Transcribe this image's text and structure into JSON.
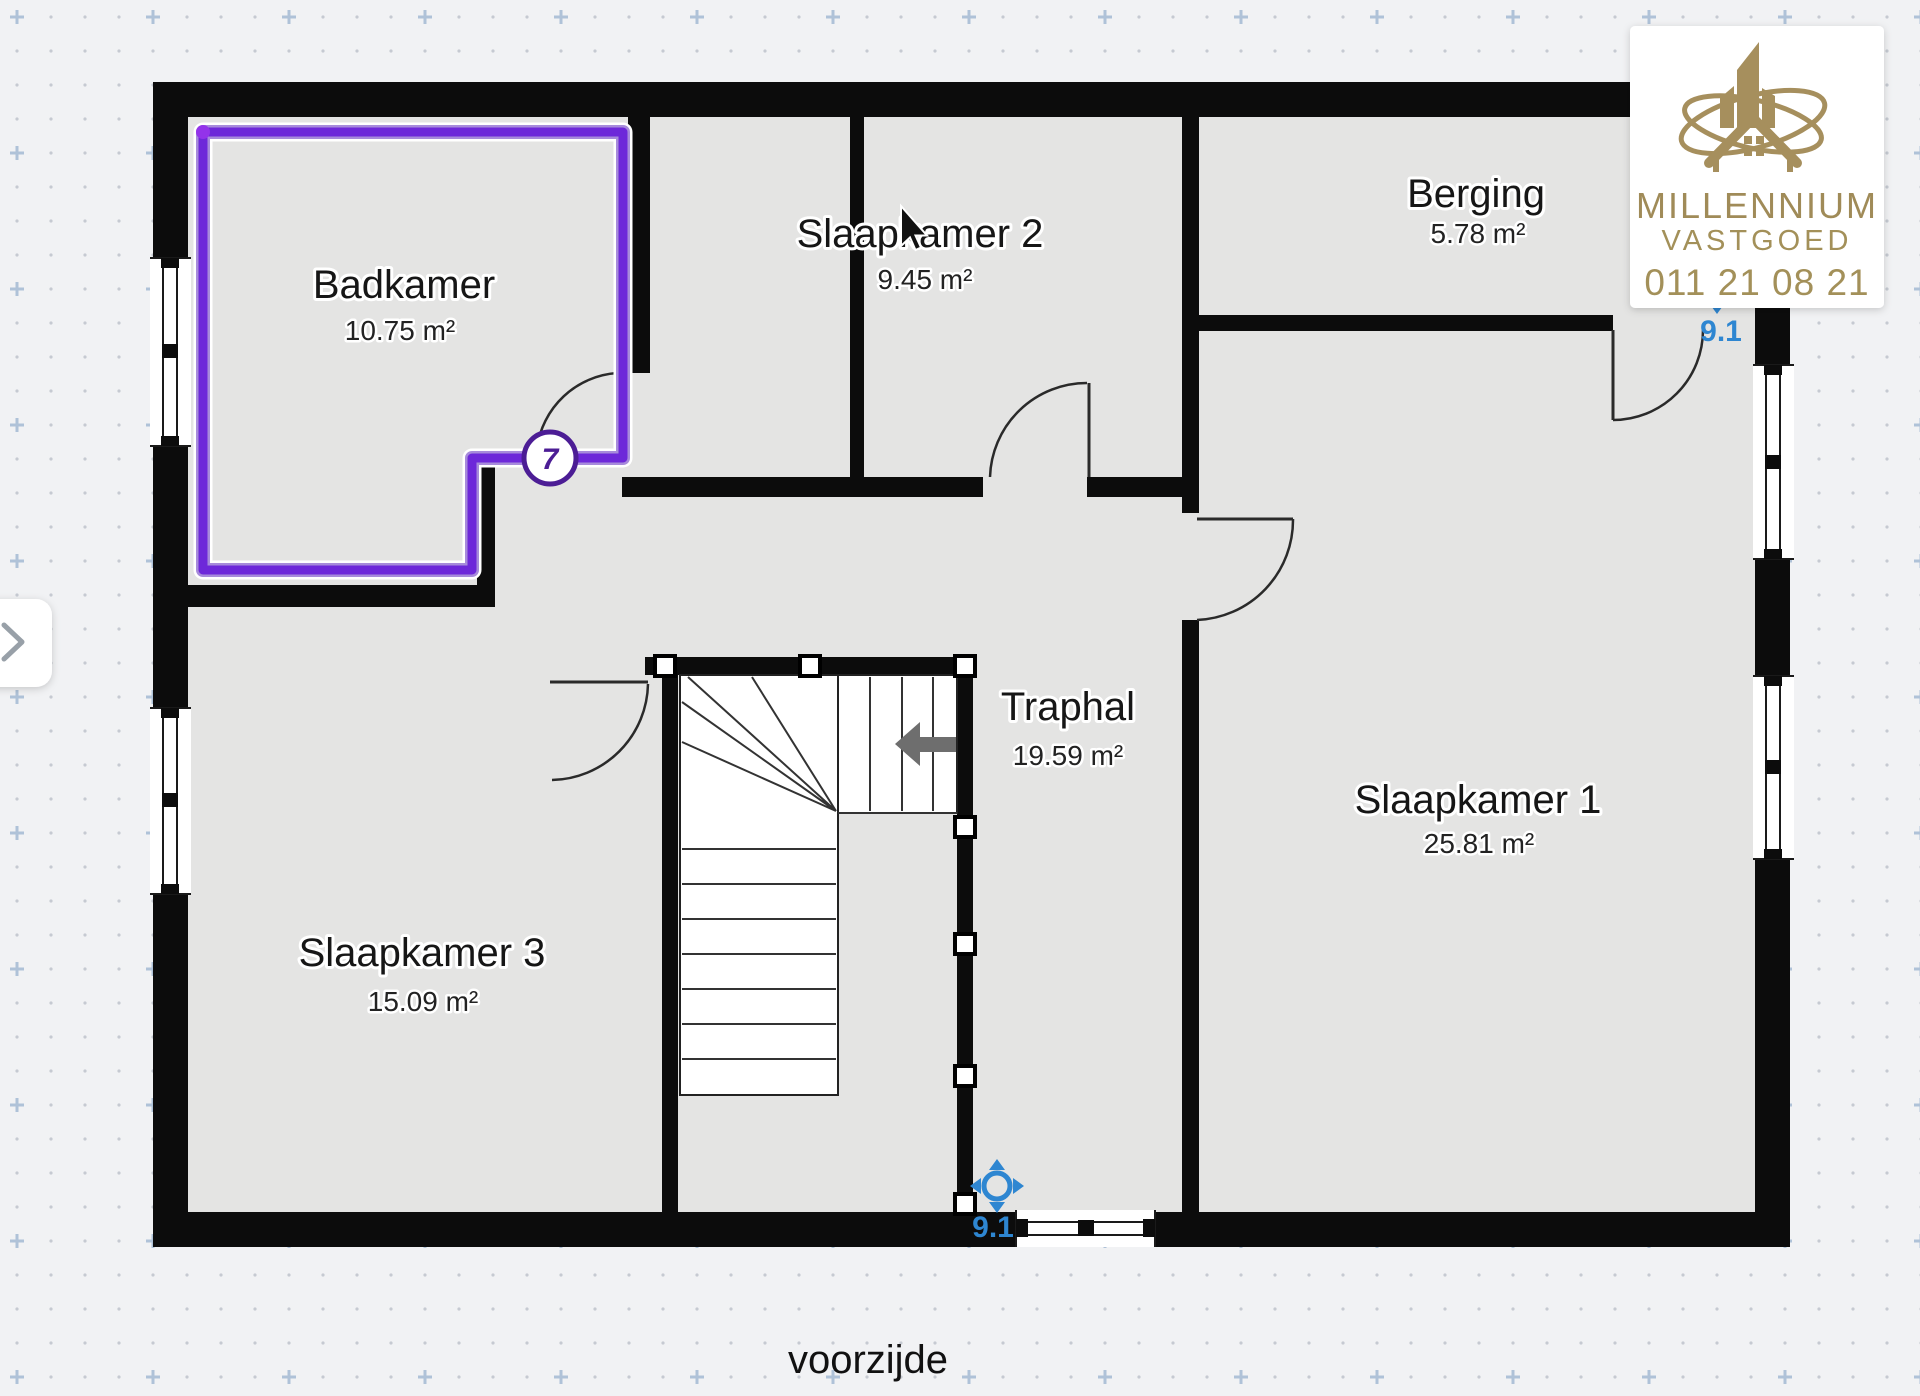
{
  "page": {
    "caption": "voorzijde"
  },
  "logo": {
    "name": "MILLENNIUM",
    "subtitle": "VASTGOED",
    "phone": "011 21 08 21"
  },
  "rooms": [
    {
      "name": "Badkamer",
      "area": "10.75 m²"
    },
    {
      "name": "Slaapkamer 2",
      "area": "9.45 m²"
    },
    {
      "name": "Berging",
      "area": "5.78 m²"
    },
    {
      "name": "Slaapkamer 1",
      "area": "25.81 m²"
    },
    {
      "name": "Traphal",
      "area": "19.59 m²"
    },
    {
      "name": "Slaapkamer 3",
      "area": "15.09 m²"
    }
  ],
  "markers": {
    "door_number": "7",
    "window_label_top": "9.1",
    "window_label_bottom": "9.1"
  },
  "colors": {
    "selection_purple": "#6d28d9",
    "marker_blue": "#2e86d1",
    "logo_gold": "#a68f5d",
    "wall_black": "#0c0c0c"
  }
}
